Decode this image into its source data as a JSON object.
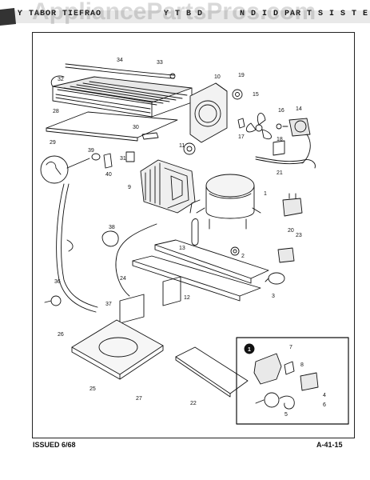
{
  "watermark": "AppliancePartsPros.com",
  "header": {
    "left": "ϒ TABOR TIEFRAO",
    "middle": "ϒ T B D",
    "right": "N D I D PAR T S I S T E M"
  },
  "footer": {
    "issued": "ISSUED 6/68",
    "page_code": "A-41-15"
  },
  "callouts": [
    "1",
    "2",
    "3",
    "4",
    "5",
    "6",
    "7",
    "8",
    "9",
    "10",
    "11",
    "12",
    "13",
    "14",
    "15",
    "16",
    "17",
    "18",
    "19",
    "20",
    "21",
    "22",
    "23",
    "24",
    "25",
    "26",
    "27",
    "28",
    "29",
    "30",
    "31",
    "32",
    "33",
    "34",
    "36",
    "37",
    "38",
    "39",
    "40"
  ],
  "inset_marker": "1"
}
